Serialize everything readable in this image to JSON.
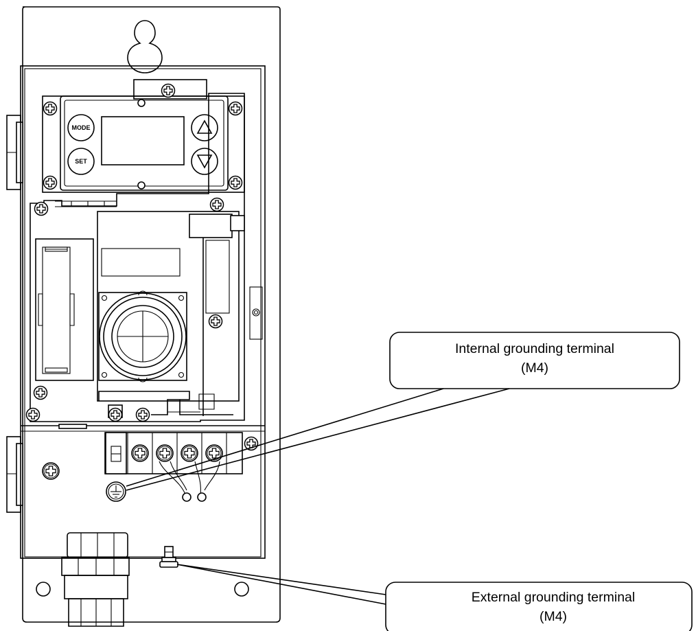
{
  "diagram": {
    "callouts": [
      {
        "id": "internal",
        "line1": "Internal grounding terminal",
        "line2": "(M4)"
      },
      {
        "id": "external",
        "line1": "External grounding terminal",
        "line2": "(M4)"
      }
    ],
    "control_panel": {
      "mode_label": "MODE",
      "set_label": "SET"
    }
  }
}
